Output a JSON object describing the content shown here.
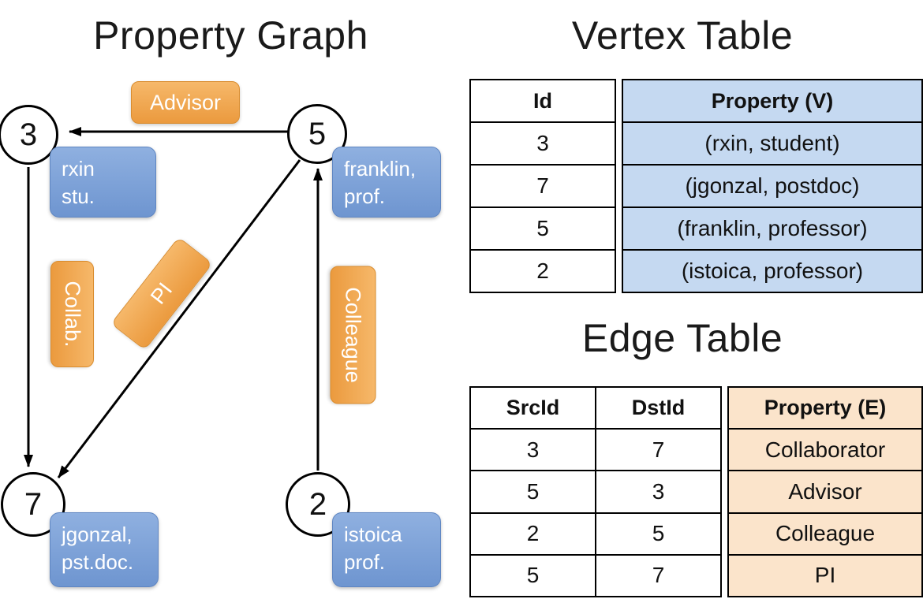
{
  "graph": {
    "title": "Property Graph",
    "vertices": [
      {
        "id": "3",
        "lines": [
          "rxin",
          "stu."
        ]
      },
      {
        "id": "5",
        "lines": [
          "franklin,",
          "prof."
        ]
      },
      {
        "id": "7",
        "lines": [
          "jgonzal,",
          "pst.doc."
        ]
      },
      {
        "id": "2",
        "lines": [
          "istoica",
          "prof."
        ]
      }
    ],
    "edge_labels": {
      "advisor": "Advisor",
      "collab": "Collab.",
      "pi": "PI",
      "colleague": "Colleague"
    }
  },
  "vertex_table": {
    "title": "Vertex Table",
    "headers": {
      "id": "Id",
      "property": "Property (V)"
    },
    "rows": [
      {
        "id": "3",
        "property": "(rxin, student)"
      },
      {
        "id": "7",
        "property": "(jgonzal, postdoc)"
      },
      {
        "id": "5",
        "property": "(franklin, professor)"
      },
      {
        "id": "2",
        "property": "(istoica, professor)"
      }
    ]
  },
  "edge_table": {
    "title": "Edge Table",
    "headers": {
      "src": "SrcId",
      "dst": "DstId",
      "property": "Property (E)"
    },
    "rows": [
      {
        "src": "3",
        "dst": "7",
        "property": "Collaborator"
      },
      {
        "src": "5",
        "dst": "3",
        "property": "Advisor"
      },
      {
        "src": "2",
        "dst": "5",
        "property": "Colleague"
      },
      {
        "src": "5",
        "dst": "7",
        "property": "PI"
      }
    ]
  },
  "colors": {
    "edge_label_fill": "#F0A455",
    "vertex_label_fill": "#7A9FD6",
    "vertex_table_property_bg": "#C5D9F1",
    "edge_table_property_bg": "#FBE4CB",
    "line": "#000000"
  }
}
